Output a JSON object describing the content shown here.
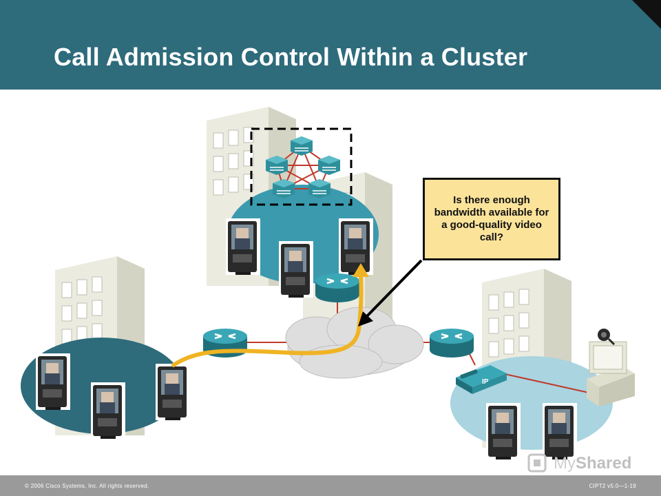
{
  "slide": {
    "title": "Call Admission Control Within a Cluster",
    "callout": "Is there enough bandwidth available for a good-quality video call?",
    "footer_left": "© 2006 Cisco Systems, Inc. All rights reserved.",
    "footer_right": "CIPT2 v5.0—1-19"
  },
  "watermark": {
    "brand_light": "My",
    "brand_bold": "Shared"
  },
  "phone_label": "IP",
  "colors": {
    "header": "#2e6b7b",
    "site_central": "#3b9aae",
    "site_left": "#2e6b7b",
    "site_right": "#a9d4e0",
    "router": "#2e8f9c",
    "cluster_link": "#c0392b",
    "video_path": "#f0b323",
    "callout_fill": "#fbe39a"
  },
  "icons": [
    "building",
    "video-phone",
    "router",
    "ip-phone",
    "pc-with-camera",
    "switch",
    "wan-cloud"
  ]
}
